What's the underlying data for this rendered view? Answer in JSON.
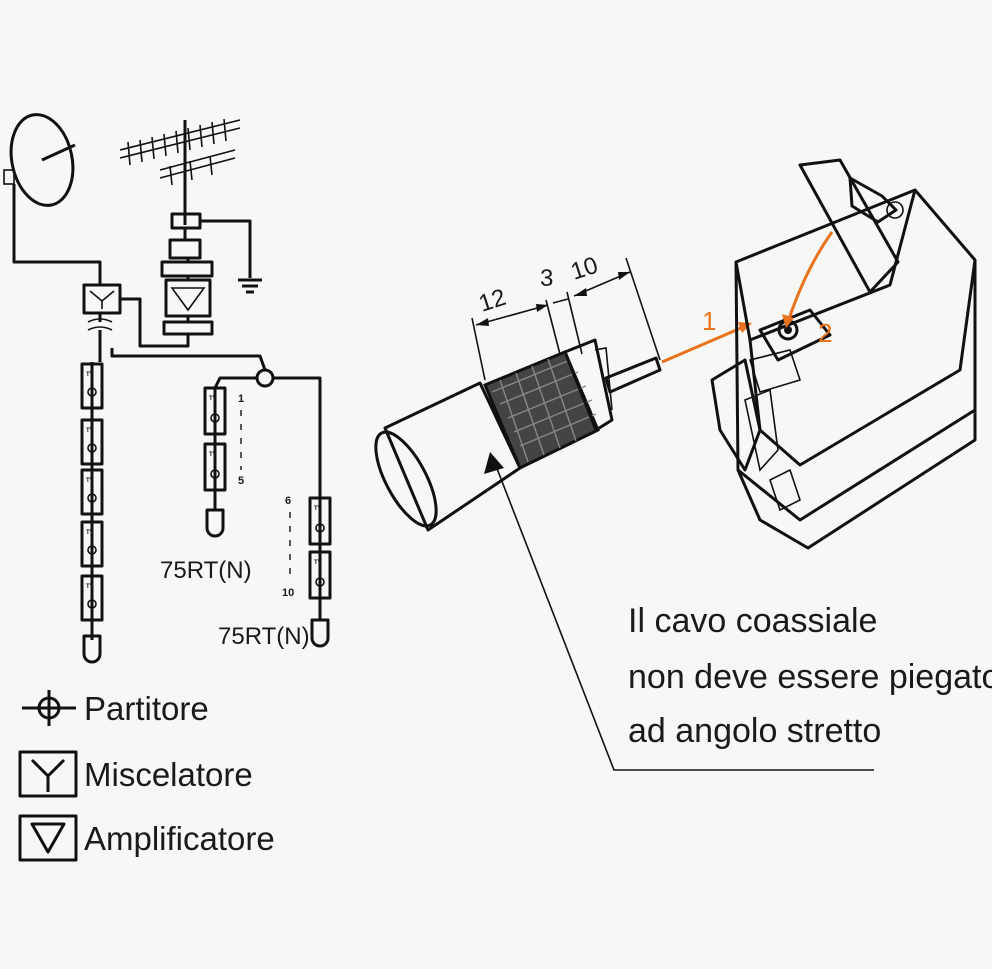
{
  "legend": {
    "partitore": "Partitore",
    "miscelatore": "Miscelatore",
    "amplificatore": "Amplificatore"
  },
  "terminations": {
    "left": "75RT(N)",
    "right": "75RT(N)"
  },
  "outlet_numbers": {
    "branch1_start": "1",
    "branch1_end": "5",
    "branch2_start": "6",
    "branch2_end": "10"
  },
  "tv_label": "TV",
  "dimensions": {
    "a": "12",
    "b": "3",
    "c": "10"
  },
  "steps": {
    "one": "1",
    "two": "2"
  },
  "note": {
    "line1": "Il cavo coassiale",
    "line2": "non deve essere piegato",
    "line3": "ad angolo stretto"
  },
  "colors": {
    "accent": "#e8731c",
    "line": "#111111",
    "background": "#f7f7f5"
  }
}
